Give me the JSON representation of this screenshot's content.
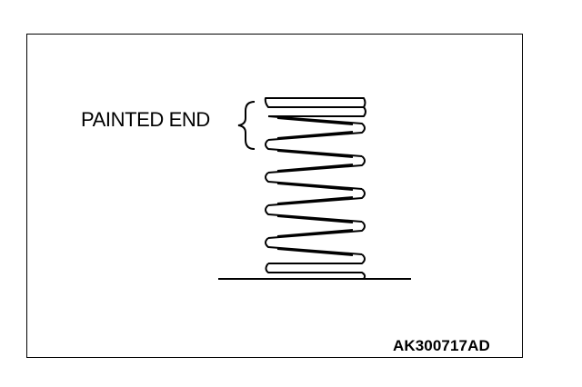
{
  "figure": {
    "callout_label": "PAINTED END",
    "figure_code": "AK300717AD"
  },
  "colors": {
    "ink": "#000000",
    "background": "#ffffff"
  },
  "icons": {
    "brace": "left-curly-brace",
    "spring": "coil-spring"
  }
}
